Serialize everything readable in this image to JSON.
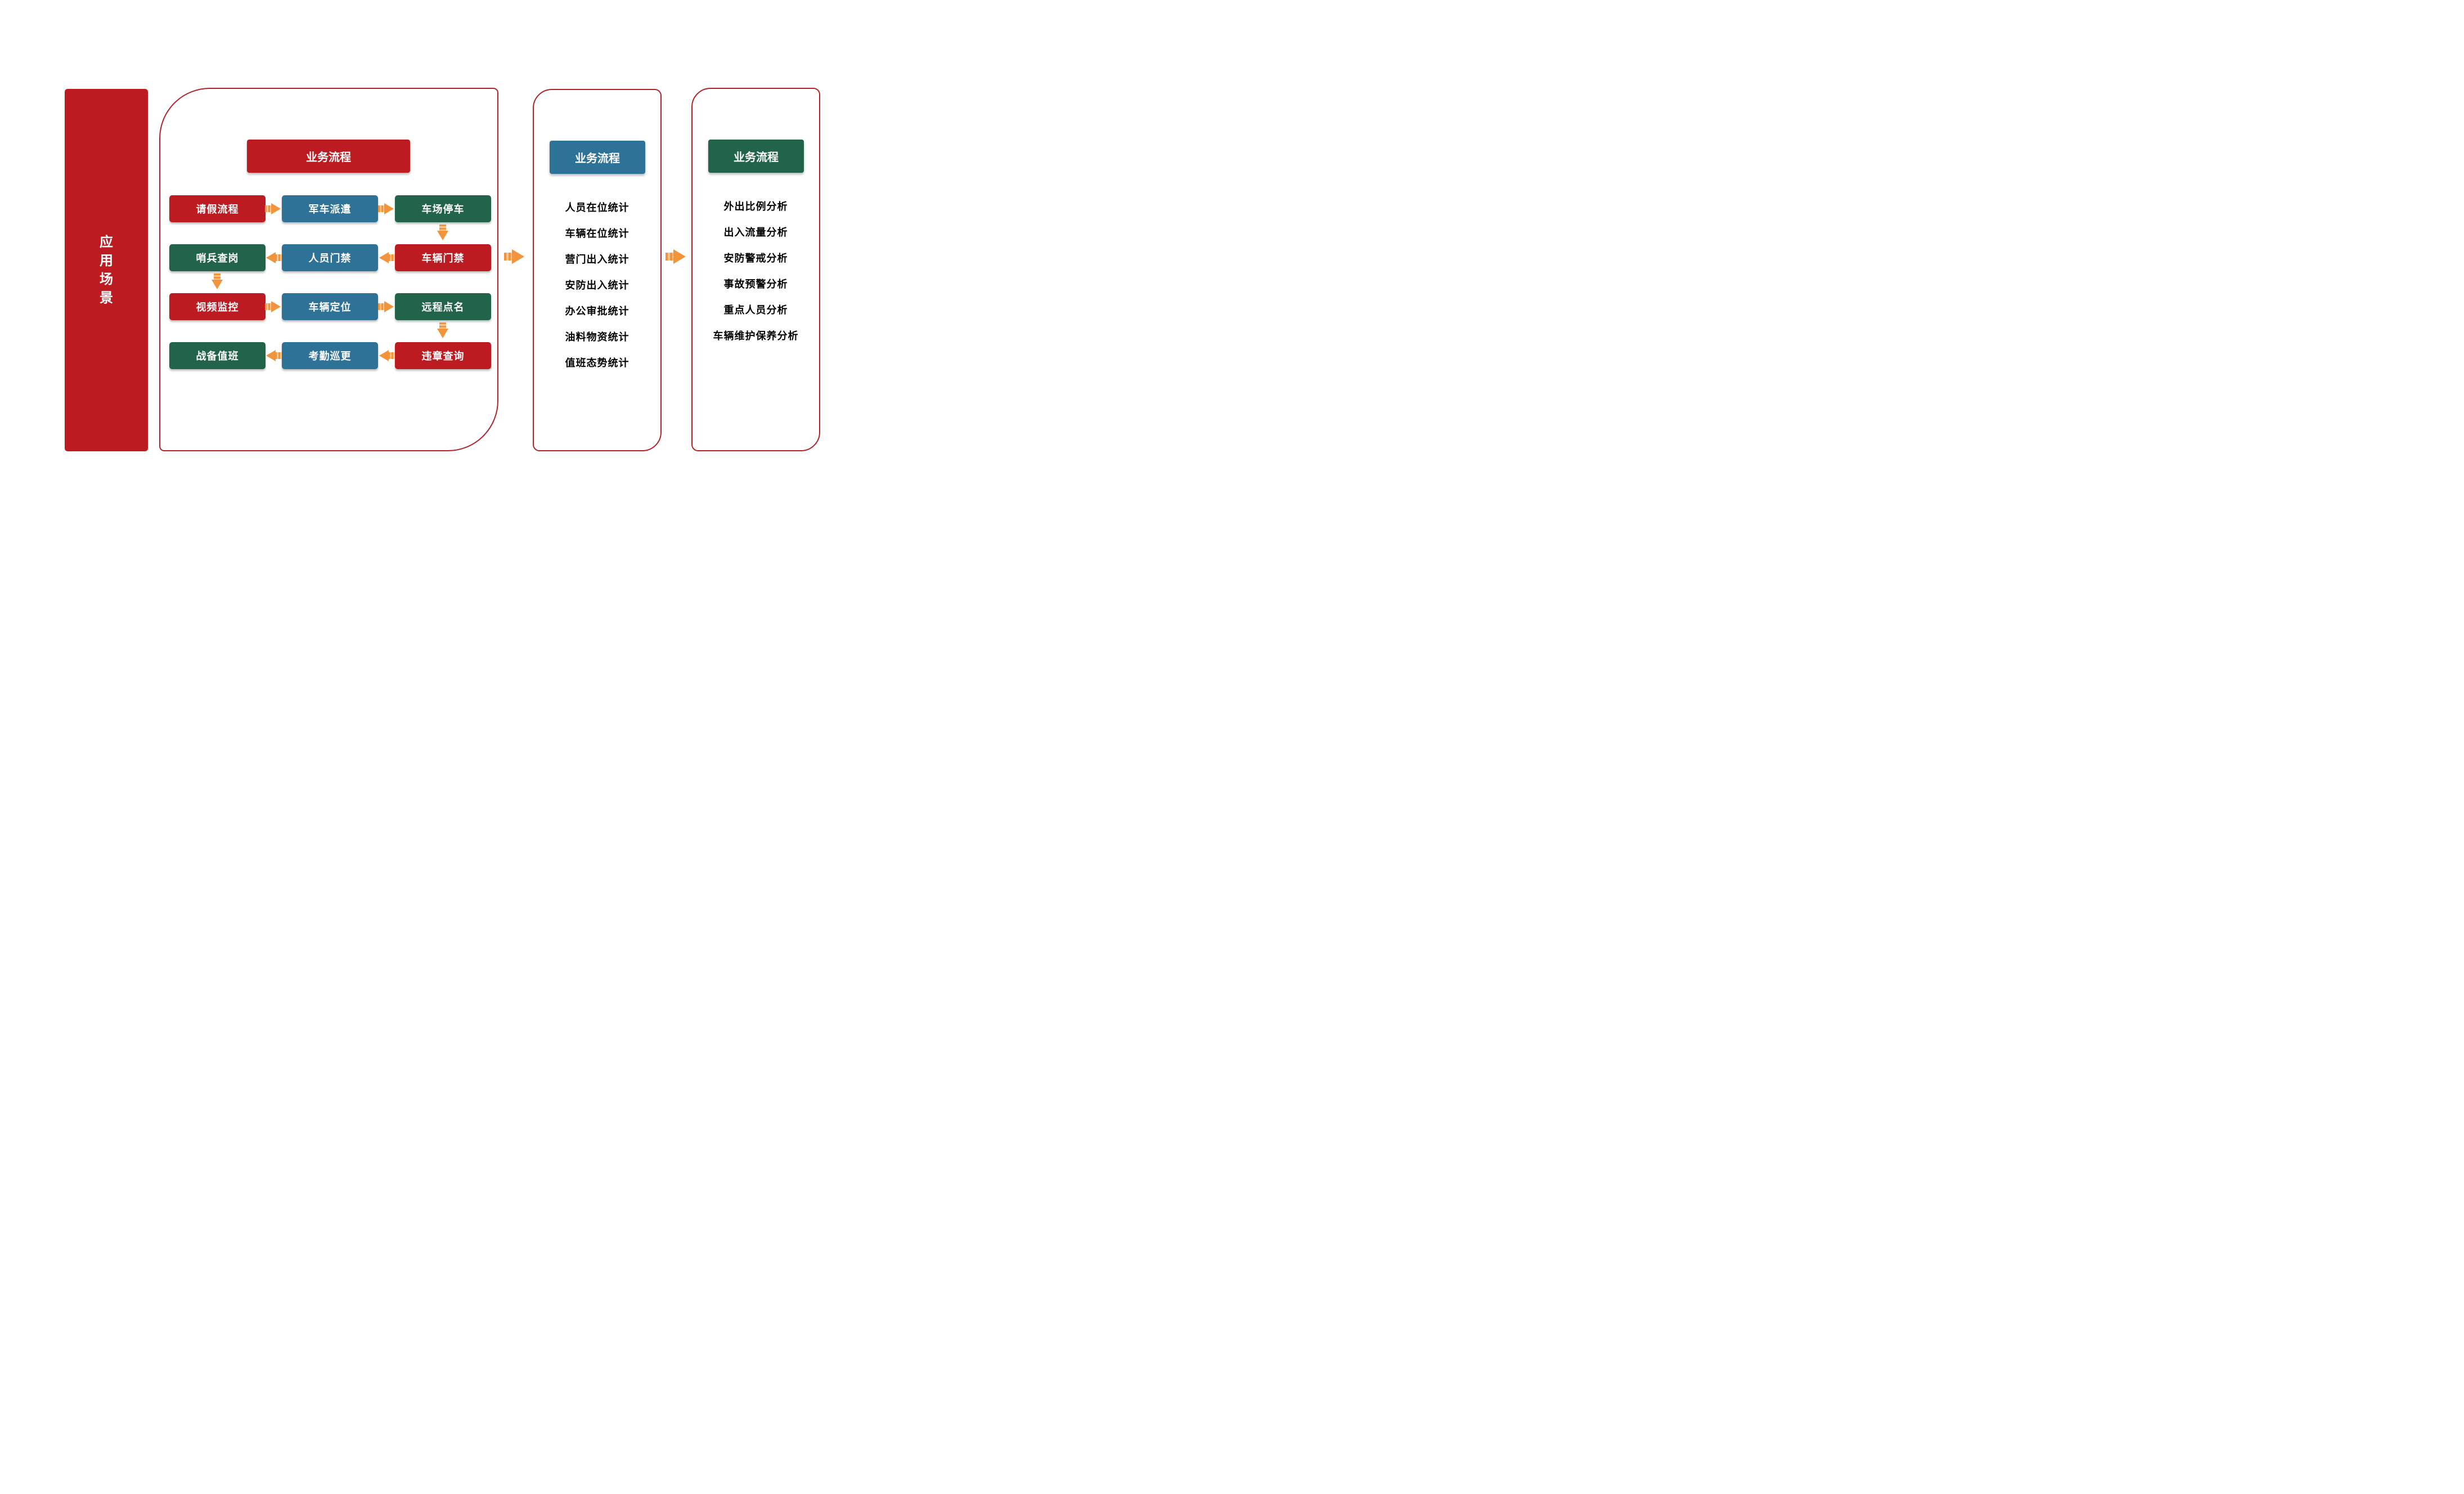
{
  "colors": {
    "red": "#BB1B21",
    "blue": "#2F7298",
    "green": "#226449",
    "orange": "#F2943C",
    "panel_border": "#B22127"
  },
  "sidebar": {
    "label": "应用场景",
    "chars": [
      "应",
      "用",
      "场",
      "景"
    ],
    "color_key": "red"
  },
  "main_panel": {
    "header": {
      "label": "业务流程",
      "color_key": "red"
    },
    "grid": [
      [
        {
          "label": "请假流程",
          "color_key": "red"
        },
        {
          "label": "军车派遣",
          "color_key": "blue"
        },
        {
          "label": "车场停车",
          "color_key": "green"
        }
      ],
      [
        {
          "label": "哨兵查岗",
          "color_key": "green"
        },
        {
          "label": "人员门禁",
          "color_key": "blue"
        },
        {
          "label": "车辆门禁",
          "color_key": "red"
        }
      ],
      [
        {
          "label": "视频监控",
          "color_key": "red"
        },
        {
          "label": "车辆定位",
          "color_key": "blue"
        },
        {
          "label": "远程点名",
          "color_key": "green"
        }
      ],
      [
        {
          "label": "战备值班",
          "color_key": "green"
        },
        {
          "label": "考勤巡更",
          "color_key": "blue"
        },
        {
          "label": "违章查询",
          "color_key": "red"
        }
      ]
    ],
    "h_arrows": [
      {
        "row": 0,
        "dir": "right"
      },
      {
        "row": 1,
        "dir": "left"
      },
      {
        "row": 2,
        "dir": "right"
      },
      {
        "row": 3,
        "dir": "left"
      }
    ],
    "v_arrows": [
      {
        "after_row": 0,
        "col": 2
      },
      {
        "after_row": 1,
        "col": 0
      },
      {
        "after_row": 2,
        "col": 2
      }
    ]
  },
  "connectors": [
    {
      "from": "main-panel",
      "to": "stats-panel",
      "dir": "right"
    },
    {
      "from": "stats-panel",
      "to": "analysis-panel",
      "dir": "right"
    }
  ],
  "stats_panel": {
    "header": {
      "label": "业务流程",
      "color_key": "blue"
    },
    "items": [
      "人员在位统计",
      "车辆在位统计",
      "营门出入统计",
      "安防出入统计",
      "办公审批统计",
      "油料物资统计",
      "值班态势统计"
    ]
  },
  "analysis_panel": {
    "header": {
      "label": "业务流程",
      "color_key": "green"
    },
    "items": [
      "外出比例分析",
      "出入流量分析",
      "安防警戒分析",
      "事故预警分析",
      "重点人员分析",
      "车辆维护保养分析"
    ]
  }
}
